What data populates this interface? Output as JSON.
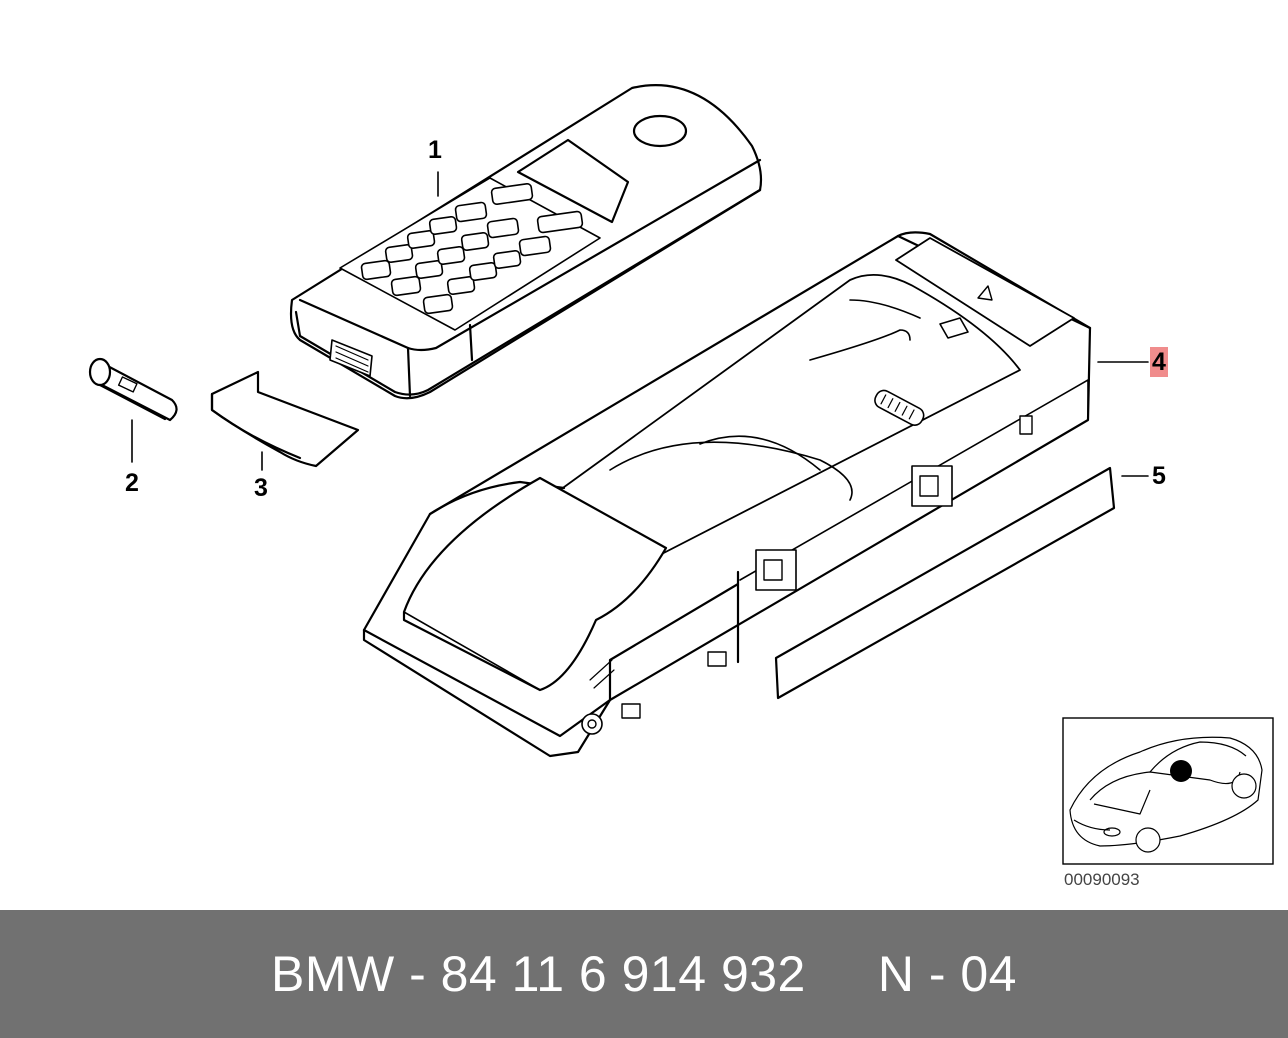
{
  "callouts": {
    "c1": "1",
    "c2": "2",
    "c3": "3",
    "c4": "4",
    "c5": "5"
  },
  "diagram_code": "00090093",
  "footer": {
    "text": "BMW - 84 11 6 914 932     N - 04"
  },
  "colors": {
    "footer_bg": "#717171",
    "highlight": "#f08c8c",
    "footer_text": "#ffffff"
  }
}
